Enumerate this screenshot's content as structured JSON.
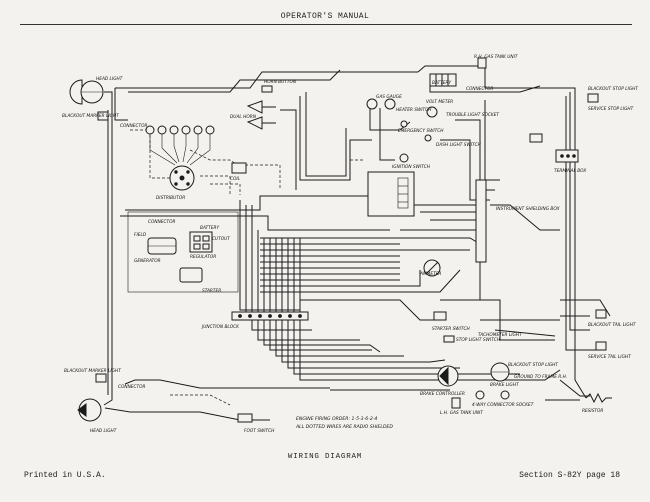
{
  "header": {
    "title": "OPERATOR'S MANUAL"
  },
  "caption": "WIRING DIAGRAM",
  "footer": {
    "left": "Printed in U.S.A.",
    "right": "Section S-82Y page 18"
  },
  "labels": {
    "head_light_top": "HEAD LIGHT",
    "head_light_bottom": "HEAD LIGHT",
    "blackout_marker_light_top": "BLACKOUT MARKER LIGHT",
    "blackout_marker_light_bottom": "BLACKOUT MARKER LIGHT",
    "connector": "CONNECTOR",
    "horn_button": "HORN BUTTON",
    "dual_horn": "DUAL HORN",
    "distributor": "DISTRIBUTOR",
    "coil": "COIL",
    "generator": "GENERATOR",
    "field": "FIELD",
    "battery": "BATTERY",
    "cutout": "CUTOUT",
    "regulator": "REGULATOR",
    "starter": "STARTER",
    "junction_block": "JUNCTION BLOCK",
    "ammeter": "AMMETER",
    "gas_gauge": "GAS GAUGE",
    "heater_switch": "HEATER SWITCH",
    "volt_meter": "VOLT METER",
    "trouble_light_socket": "TROUBLE LIGHT SOCKET",
    "emergency_switch": "EMERGENCY SWITCH",
    "ignition_switch": "IGNITION SWITCH",
    "dash_light_switch": "DASH LIGHT SWITCH",
    "instrument_shielding_box": "INSTRUMENT SHIELDING BOX",
    "stop_light_switch": "STOP LIGHT SWITCH",
    "brake_controller": "BRAKE CONTROLLER",
    "tachometer_light": "TACHOMETER LIGHT",
    "blackout_stop_light": "BLACKOUT STOP LIGHT",
    "blackout_taillight": "BLACKOUT TAIL LIGHT",
    "service_taillight": "SERVICE TAIL LIGHT",
    "service_stop_light": "SERVICE STOP LIGHT",
    "blackout_stoplight": "BLACKOUT STOP LIGHT",
    "resistor": "RESISTOR",
    "terminal_box": "TERMINAL BOX",
    "gas_tank_unit_top": "R.H. GAS TANK UNIT",
    "gas_tank_unit_bottom": "L.H. GAS TANK UNIT",
    "foot_switch": "FOOT SWITCH",
    "starter_switch": "STARTER SWITCH",
    "brake_light": "BRAKE LIGHT",
    "four_way_connector": "4-WAY CONNECTOR SOCKET",
    "ground_to_frame": "GROUND TO FRAME R.H.",
    "firing_order": "ENGINE FIRING ORDER: 1-5-3-6-2-4",
    "dotted_wires": "ALL DOTTED WIRES ARE RADIO SHIELDED"
  }
}
